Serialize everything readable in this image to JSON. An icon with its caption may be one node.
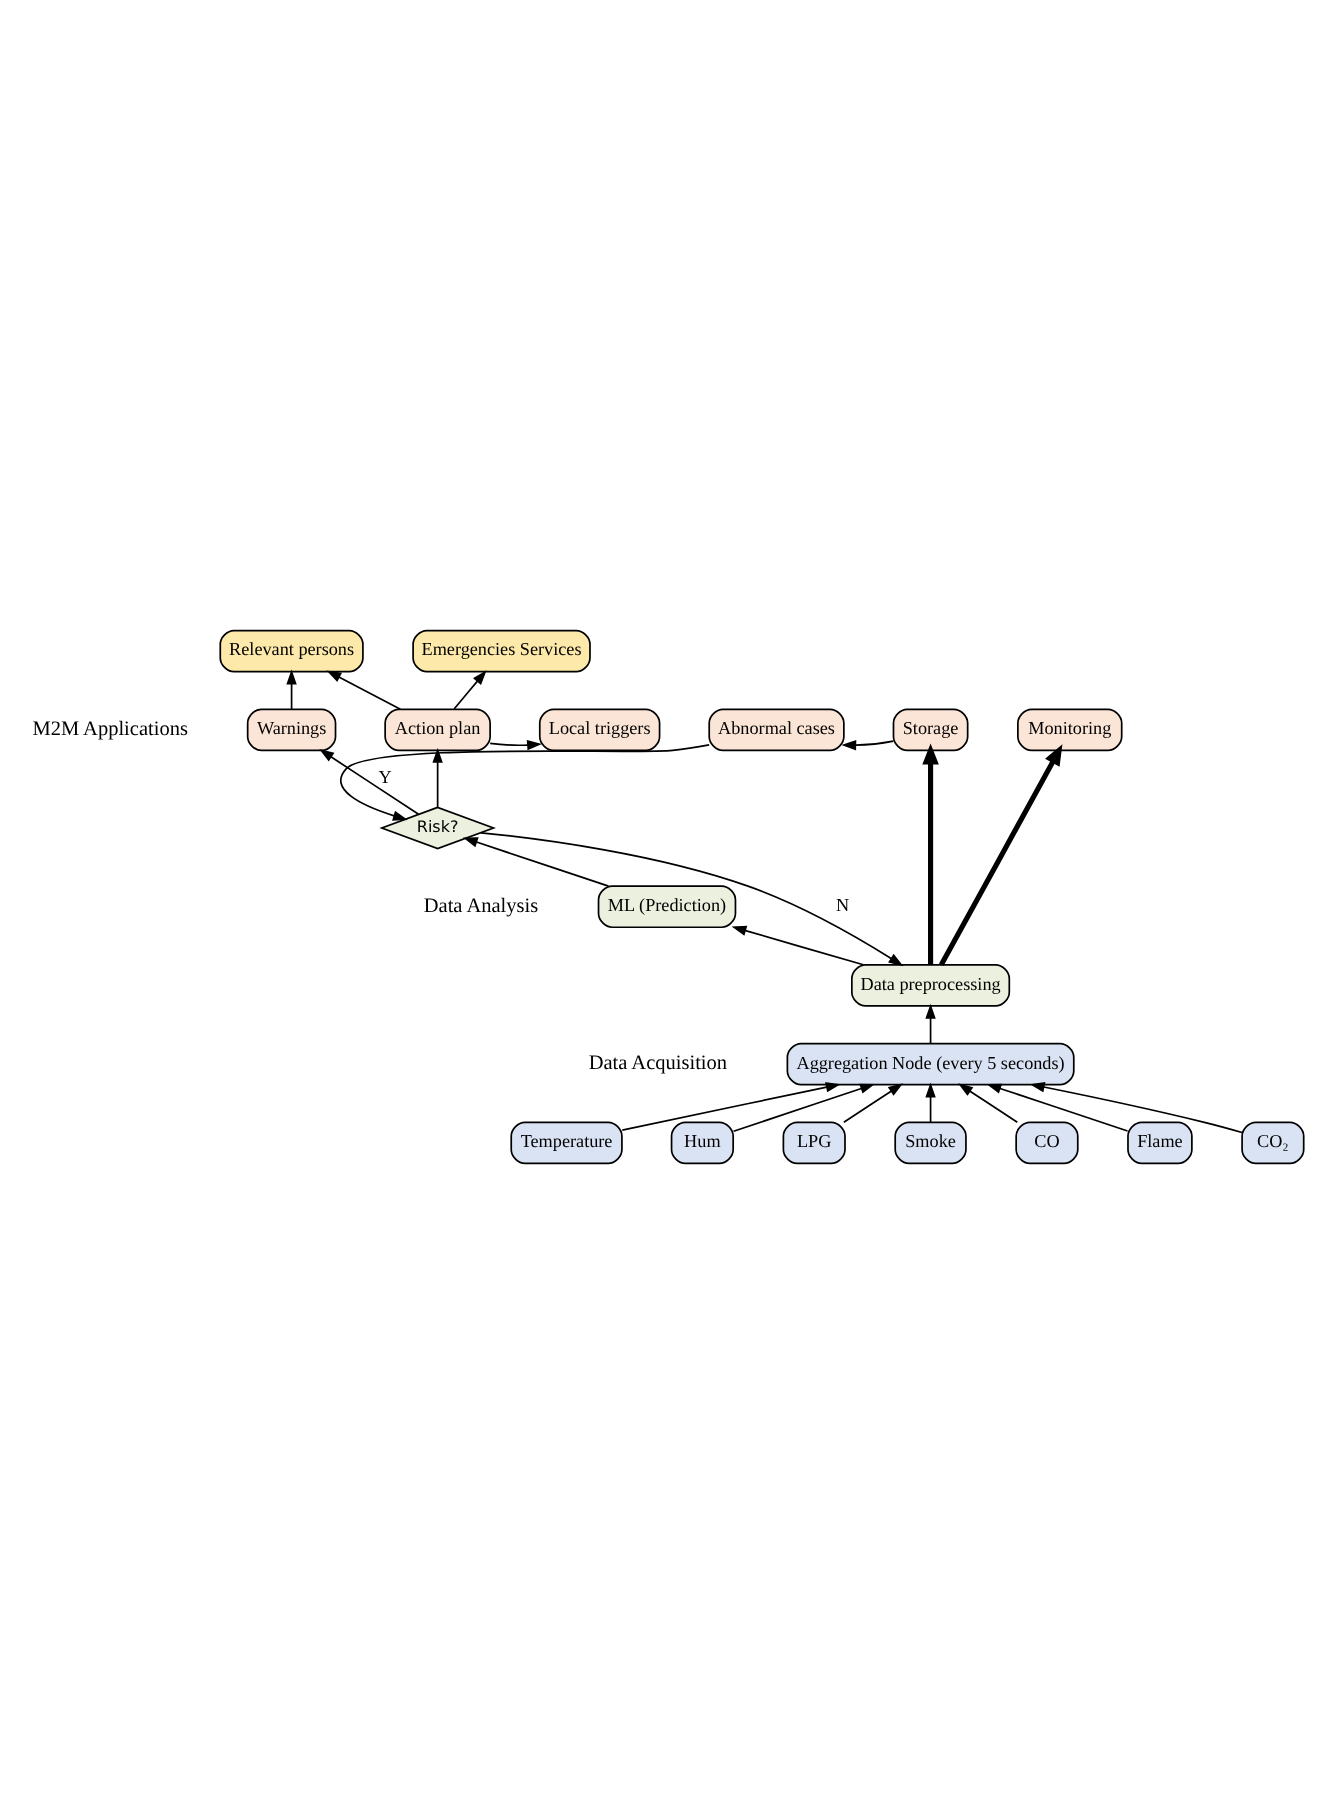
{
  "diagram": {
    "nodes": [
      {
        "text": [
          "Relevant persons"
        ]
      },
      {
        "text": [
          "Emergencies Services"
        ]
      },
      {
        "text": [
          "Warnings"
        ]
      },
      {
        "text": [
          "Action plan"
        ]
      },
      {
        "text": [
          "Local triggers"
        ]
      },
      {
        "text": [
          "Abnormal cases"
        ]
      },
      {
        "text": [
          "Storage"
        ]
      },
      {
        "text": [
          "Monitoring"
        ]
      },
      {
        "text": [
          "Risk?"
        ]
      },
      {
        "text": [
          "ML (Prediction)"
        ]
      },
      {
        "text": [
          "Data preprocessing"
        ]
      },
      {
        "text": [
          "Aggregation Node (every 5 seconds)"
        ]
      },
      {
        "text": [
          "Temperature"
        ]
      },
      {
        "text": [
          "Hum"
        ]
      },
      {
        "text": [
          "LPG"
        ]
      },
      {
        "text": [
          "Smoke"
        ]
      },
      {
        "text": [
          "CO"
        ]
      },
      {
        "text": [
          "Flame"
        ]
      },
      {
        "text": [
          "CO₂"
        ]
      }
    ],
    "edges": [
      {
        "from": 2,
        "to": 0,
        "arrow": "to"
      },
      {
        "from": 3,
        "to": 0,
        "arrow": "to"
      },
      {
        "from": 3,
        "to": 1,
        "arrow": "to"
      },
      {
        "from": 3,
        "to": 4,
        "arrow": "to"
      },
      {
        "from": 6,
        "to": 5,
        "arrow": "to"
      },
      {
        "from": 5,
        "to": 8,
        "arrow": "to"
      },
      {
        "from": 8,
        "to": 2,
        "arrow": "to",
        "label": "Y"
      },
      {
        "from": 8,
        "to": 3,
        "arrow": "to"
      },
      {
        "from": 8,
        "to": 10,
        "arrow": "to",
        "label": "N"
      },
      {
        "from": 9,
        "to": 8,
        "arrow": "to"
      },
      {
        "from": 10,
        "to": 9,
        "arrow": "to"
      },
      {
        "from": 10,
        "to": 6,
        "arrow": "to",
        "style": "thick"
      },
      {
        "from": 10,
        "to": 7,
        "arrow": "to",
        "style": "thick"
      },
      {
        "from": 11,
        "to": 10,
        "arrow": "to"
      },
      {
        "from": 12,
        "to": 11,
        "arrow": "to"
      },
      {
        "from": 13,
        "to": 11,
        "arrow": "to"
      },
      {
        "from": 14,
        "to": 11,
        "arrow": "to"
      },
      {
        "from": 15,
        "to": 11,
        "arrow": "to"
      },
      {
        "from": 16,
        "to": 11,
        "arrow": "to"
      },
      {
        "from": 17,
        "to": 11,
        "arrow": "to"
      },
      {
        "from": 18,
        "to": 11,
        "arrow": "to"
      }
    ],
    "labels": [
      "M2M Applications",
      "Data Analysis",
      "Data Acquisition"
    ]
  }
}
